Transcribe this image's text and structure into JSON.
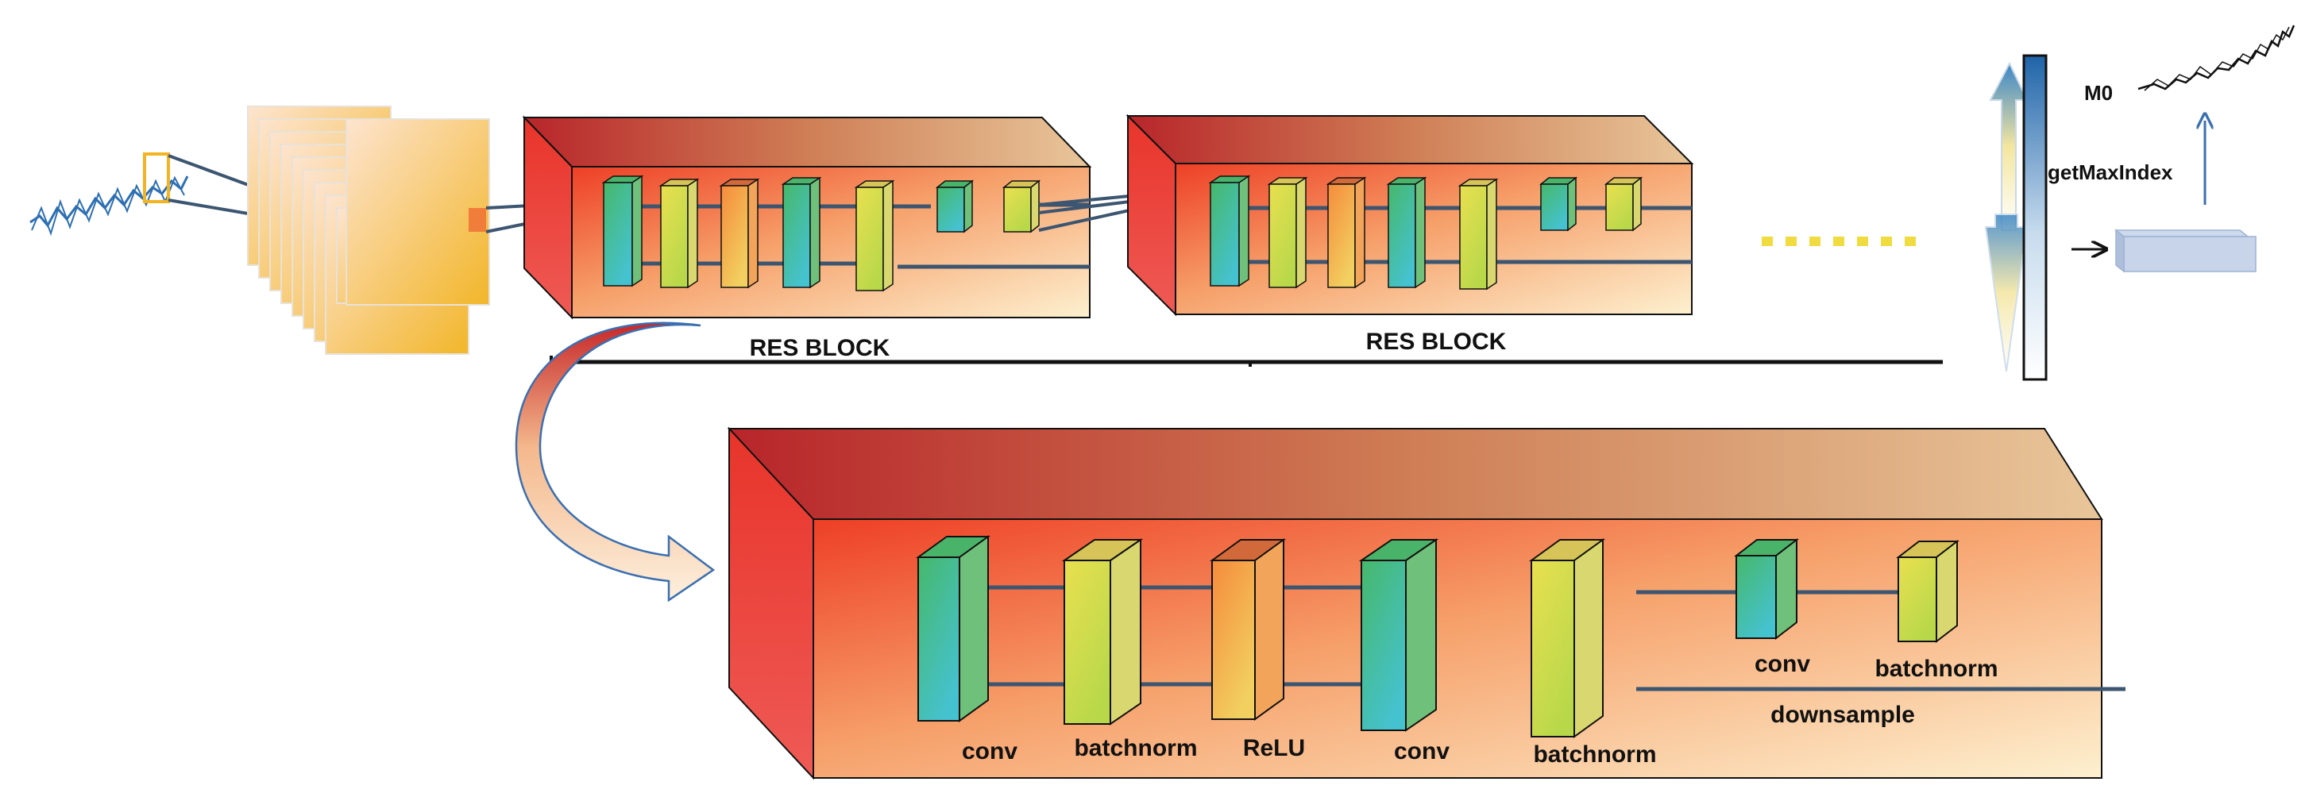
{
  "labels": {
    "res_block_1": "RES BLOCK",
    "res_block_2": "RES BLOCK",
    "max_index": "getMaxIndex",
    "output": "M0"
  },
  "detail_labels": {
    "conv_1": "conv",
    "batchnorm_1": "batchnorm",
    "relu": "ReLU",
    "conv_2": "conv",
    "batchnorm_2": "batchnorm",
    "down_conv": "conv",
    "down_batchnorm": "batchnorm",
    "downsample": "downsample"
  },
  "colors": {
    "conv": "#3cbfb8",
    "batchnorm": "#d9e04a",
    "relu": "#f09a4a",
    "block_red": "#e8342a",
    "block_cream": "#fbe9c6",
    "connector": "#3c5570",
    "ellipsis_dots": "#f0dc40",
    "output_bar": "#1f64a8"
  }
}
